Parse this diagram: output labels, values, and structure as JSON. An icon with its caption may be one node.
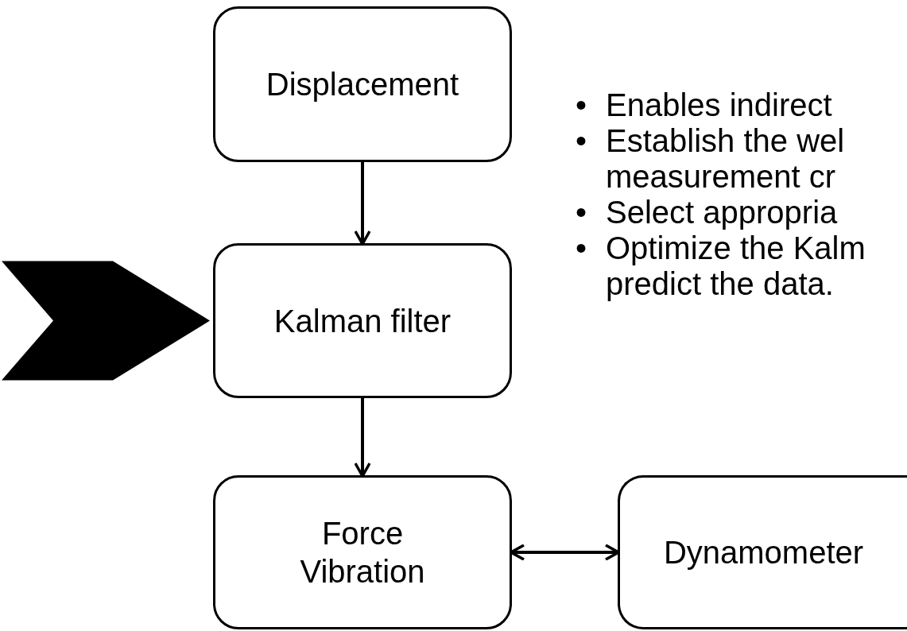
{
  "diagram": {
    "nodes": [
      {
        "text": [
          "Displacement"
        ]
      },
      {
        "text": [
          "Kalman filter"
        ]
      },
      {
        "text": [
          "Force Vibration"
        ]
      },
      {
        "text": [
          "Dynamometer"
        ]
      }
    ],
    "edges": [
      {
        "from": 0,
        "to": 1,
        "arrow": "to"
      },
      {
        "from": 1,
        "to": 2,
        "arrow": "to"
      },
      {
        "from": 2,
        "to": 3,
        "arrow": "both"
      },
      {
        "from": null,
        "to": 1,
        "arrow": "to",
        "style": "thick"
      }
    ],
    "labels": [
      "•",
      "Enables indirect",
      "•",
      "Establish the wel measurement cr",
      "•",
      "Select appropria",
      "•",
      "Optimize the Kalm predict the data."
    ]
  }
}
